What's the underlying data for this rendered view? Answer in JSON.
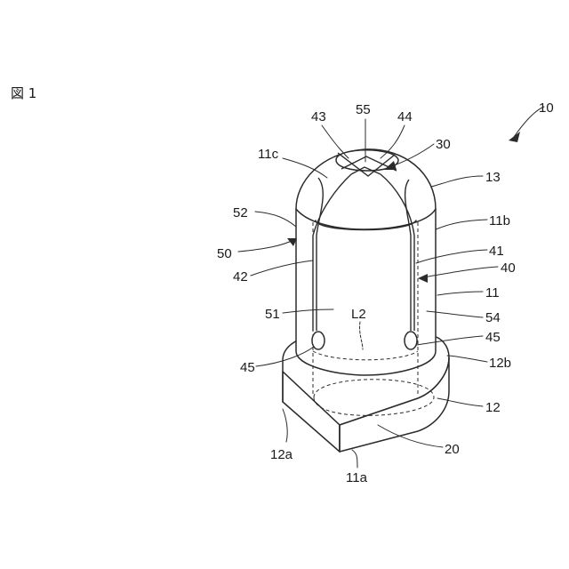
{
  "figure": {
    "title": "図 1",
    "labels": {
      "l10": "10",
      "l43": "43",
      "l55": "55",
      "l44": "44",
      "l11c": "11c",
      "l30": "30",
      "l13": "13",
      "l52": "52",
      "l11b": "11b",
      "l50": "50",
      "l41": "41",
      "l42": "42",
      "l40": "40",
      "l11": "11",
      "l51": "51",
      "lL2": "L2",
      "l54": "54",
      "l45a": "45",
      "l45b": "45",
      "l12b": "12b",
      "l12": "12",
      "l12a": "12a",
      "l20": "20",
      "l11a": "11a"
    }
  }
}
